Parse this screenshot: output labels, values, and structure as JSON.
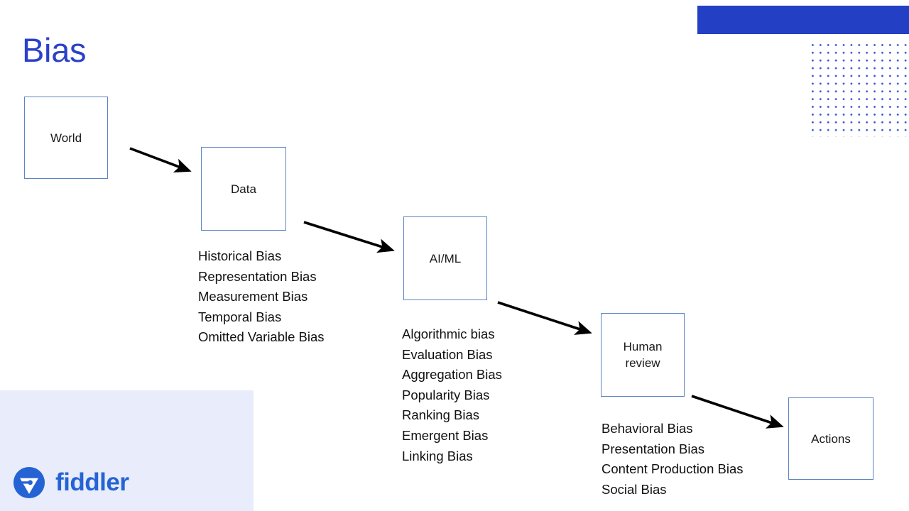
{
  "slide": {
    "title": "Bias"
  },
  "decor": {
    "bar_color": "#2340c4",
    "dot_color": "#3b55cf",
    "panel_color": "#e8ecfb"
  },
  "flow": {
    "nodes": [
      {
        "id": "world",
        "label": "World"
      },
      {
        "id": "data",
        "label": "Data"
      },
      {
        "id": "aiml",
        "label": "AI/ML"
      },
      {
        "id": "human",
        "label": "Human\nreview"
      },
      {
        "id": "actions",
        "label": "Actions"
      }
    ],
    "arrows": [
      {
        "id": "world-to-data",
        "from": "world",
        "to": "data"
      },
      {
        "id": "data-to-aiml",
        "from": "data",
        "to": "aiml"
      },
      {
        "id": "aiml-to-human",
        "from": "aiml",
        "to": "human"
      },
      {
        "id": "human-to-actions",
        "from": "human",
        "to": "actions"
      }
    ]
  },
  "bias_lists": {
    "data": [
      "Historical Bias",
      "Representation Bias",
      "Measurement Bias",
      "Temporal Bias",
      "Omitted Variable Bias"
    ],
    "model": [
      "Algorithmic bias",
      "Evaluation Bias",
      "Aggregation Bias",
      "Popularity Bias",
      "Ranking Bias",
      "Emergent Bias",
      "Linking Bias"
    ],
    "human": [
      "Behavioral Bias",
      "Presentation Bias",
      "Content Production Bias",
      "Social Bias"
    ]
  },
  "brand": {
    "name": "fiddler",
    "color": "#2563d4"
  }
}
